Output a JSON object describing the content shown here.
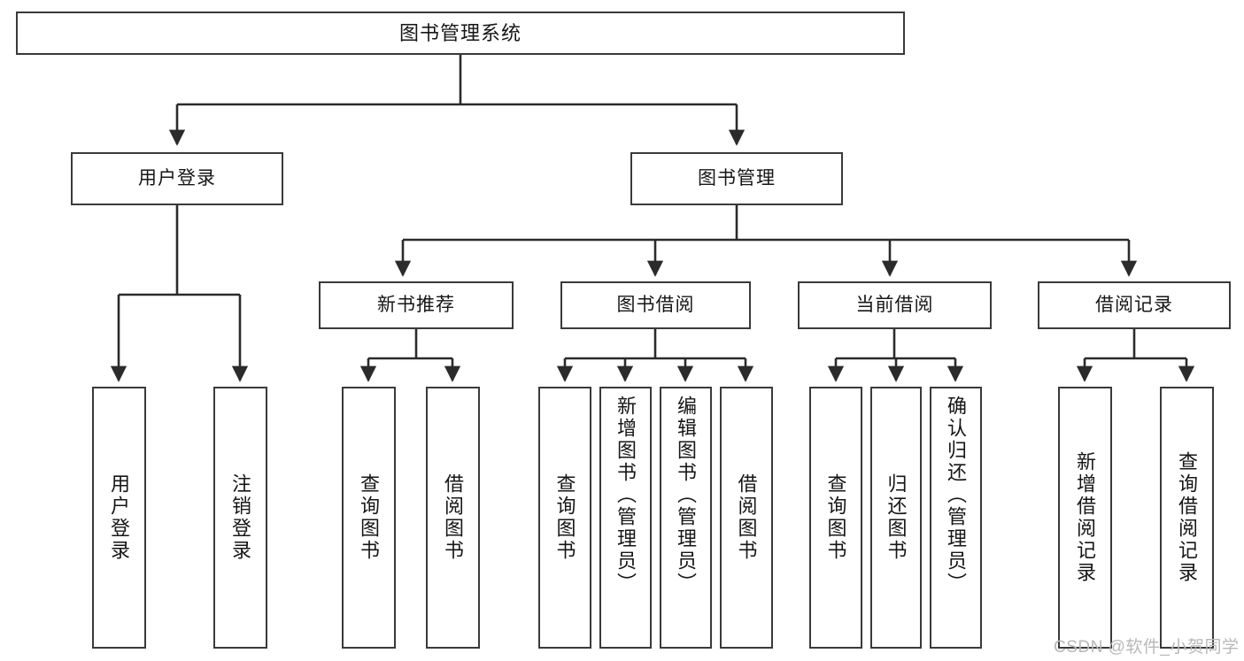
{
  "diagram": {
    "title": "图书管理系统",
    "type": "tree",
    "root": {
      "id": "root",
      "label": "图书管理系统"
    },
    "level2": [
      {
        "id": "user-login",
        "label": "用户登录"
      },
      {
        "id": "book-management",
        "label": "图书管理"
      }
    ],
    "level3": [
      {
        "id": "new-book-recommend",
        "label": "新书推荐",
        "parent": "book-management"
      },
      {
        "id": "book-borrow",
        "label": "图书借阅",
        "parent": "book-management"
      },
      {
        "id": "current-borrow",
        "label": "当前借阅",
        "parent": "book-management"
      },
      {
        "id": "borrow-record",
        "label": "借阅记录",
        "parent": "book-management"
      }
    ],
    "leaves": [
      {
        "id": "leaf-user-login",
        "label": "用户登录",
        "parent": "user-login",
        "align": "center"
      },
      {
        "id": "leaf-logout-login",
        "label": "注销登录",
        "parent": "user-login",
        "align": "center"
      },
      {
        "id": "leaf-query-book-1",
        "label": "查询图书",
        "parent": "new-book-recommend",
        "align": "center"
      },
      {
        "id": "leaf-borrow-book-1",
        "label": "借阅图书",
        "parent": "new-book-recommend",
        "align": "center"
      },
      {
        "id": "leaf-query-book-2",
        "label": "查询图书",
        "parent": "book-borrow",
        "align": "center"
      },
      {
        "id": "leaf-add-book-admin",
        "label": "新增图书（管理员）",
        "parent": "book-borrow",
        "align": "top"
      },
      {
        "id": "leaf-edit-book-admin",
        "label": "编辑图书（管理员）",
        "parent": "book-borrow",
        "align": "top"
      },
      {
        "id": "leaf-borrow-book-2",
        "label": "借阅图书",
        "parent": "book-borrow",
        "align": "center"
      },
      {
        "id": "leaf-query-book-3",
        "label": "查询图书",
        "parent": "current-borrow",
        "align": "center"
      },
      {
        "id": "leaf-return-book",
        "label": "归还图书",
        "parent": "current-borrow",
        "align": "center"
      },
      {
        "id": "leaf-confirm-return-admin",
        "label": "确认归还（管理员）",
        "parent": "current-borrow",
        "align": "top"
      },
      {
        "id": "leaf-add-borrow-record",
        "label": "新增借阅记录",
        "parent": "borrow-record",
        "align": "center"
      },
      {
        "id": "leaf-query-borrow-record",
        "label": "查询借阅记录",
        "parent": "borrow-record",
        "align": "center"
      }
    ]
  },
  "watermark": {
    "text": "CSDN @软件_小贺同学"
  },
  "colors": {
    "stroke": "#3a3a3a",
    "text": "#161616",
    "background": "#ffffff",
    "watermark": "#b8b8b8"
  }
}
